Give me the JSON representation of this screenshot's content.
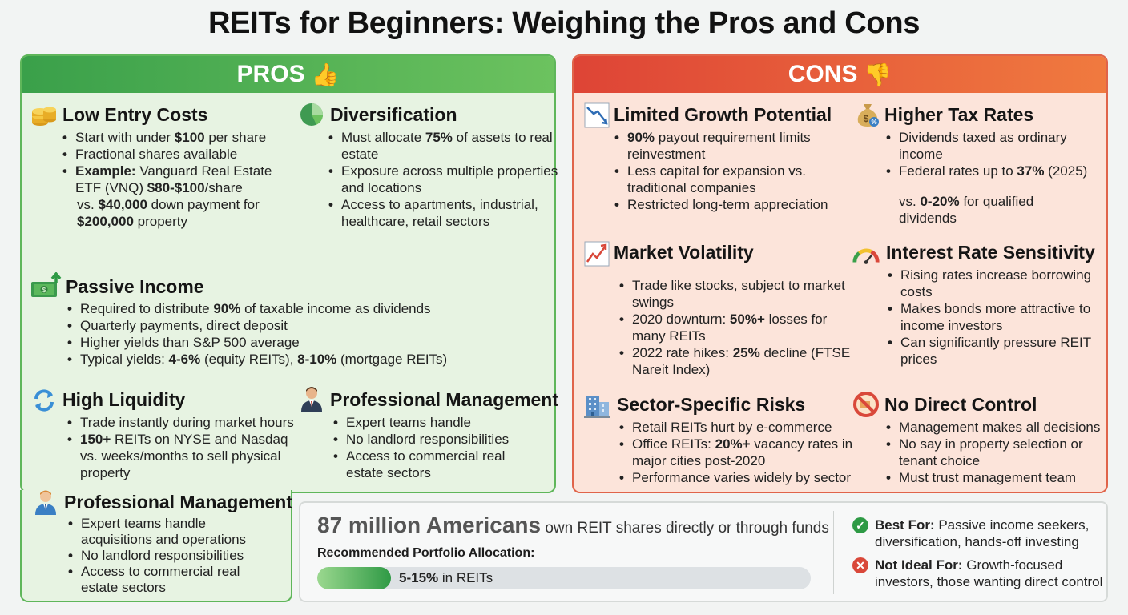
{
  "title": "REITs for Beginners: Weighing the Pros and Cons",
  "pros": {
    "header": "PROS",
    "header_icon": "thumbs-up-icon",
    "low_entry": {
      "title": "Low Entry Costs",
      "icon": "coin-stack-icon",
      "b1_pre": "Start with under ",
      "b1_bold": "$100",
      "b1_post": " per share",
      "b2": "Fractional shares available",
      "b3_bold": "Example:",
      "b3_post": " Vanguard Real Estate",
      "b3_l2_pre": "ETF (VNQ) ",
      "b3_l2_bold": "$80-$100",
      "b3_l2_post": "/share",
      "b4_pre": "vs. ",
      "b4_bold": "$40,000",
      "b4_post": " down payment for",
      "b4_l2_bold": "$200,000",
      "b4_l2_post": " property"
    },
    "diversification": {
      "title": "Diversification",
      "icon": "pie-chart-icon",
      "b1_pre": "Must allocate ",
      "b1_bold": "75%",
      "b1_post": " of assets to real",
      "b1_l2": "estate",
      "b2": "Exposure across multiple properties",
      "b2_l2": "and locations",
      "b3": "Access to apartments, industrial,",
      "b3_l2": "healthcare, retail sectors"
    },
    "passive": {
      "title": "Passive Income",
      "icon": "money-up-icon",
      "b1_pre": "Required to distribute ",
      "b1_bold": "90%",
      "b1_post": " of taxable income as dividends",
      "b2": "Quarterly payments, direct deposit",
      "b3": "Higher yields than S&P 500 average",
      "b4_pre": "Typical yields: ",
      "b4_bold1": "4-6%",
      "b4_mid": " (equity REITs), ",
      "b4_bold2": "8-10%",
      "b4_post": " (mortgage REITs)"
    },
    "liquidity": {
      "title": "High Liquidity",
      "icon": "refresh-icon",
      "b1": "Trade instantly during market hours",
      "b2_bold": "150+",
      "b2_post": " REITs on NYSE and Nasdaq",
      "b2_l2": "vs. weeks/months to sell physical",
      "b2_l3": "property"
    },
    "mgmt_a": {
      "title": "Professional Management",
      "icon": "businessman-icon",
      "b1": "Expert teams handle",
      "b2": "No landlord responsibilities",
      "b3": "Access to commercial real",
      "b3_l2": "estate sectors"
    },
    "mgmt_b": {
      "title": "Professional Management",
      "icon": "manager-icon",
      "b1": "Expert teams handle",
      "b1_l2": "acquisitions and operations",
      "b2": "No landlord responsibilities",
      "b3": "Access to commercial real",
      "b3_l2": "estate sectors"
    }
  },
  "cons": {
    "header": "CONS",
    "header_icon": "thumbs-down-icon",
    "growth": {
      "title": "Limited Growth Potential",
      "icon": "declining-chart-icon",
      "b1_bold": "90%",
      "b1_post": " payout requirement limits",
      "b1_l2": "reinvestment",
      "b2": "Less capital for expansion vs.",
      "b2_l2": "traditional companies",
      "b3": "Restricted long-term appreciation"
    },
    "tax": {
      "title": "Higher Tax Rates",
      "icon": "money-bag-icon",
      "b1": "Dividends taxed as ordinary",
      "b1_l2": "income",
      "b2_pre": "Federal rates up to ",
      "b2_bold": "37%",
      "b2_post": " (2025)",
      "b3_pre": "vs. ",
      "b3_bold": "0-20%",
      "b3_post": " for qualified",
      "b3_l2": "dividends"
    },
    "volatility": {
      "title": "Market Volatility",
      "icon": "line-chart-icon",
      "b1": "Trade like stocks, subject to market",
      "b1_l2": "swings",
      "b2_pre": "2020 downturn: ",
      "b2_bold": "50%+",
      "b2_post": " losses for",
      "b2_l2": "many REITs",
      "b3_pre": "2022 rate hikes: ",
      "b3_bold": "25%",
      "b3_post": " decline (FTSE",
      "b3_l2": "Nareit Index)"
    },
    "interest": {
      "title": "Interest Rate Sensitivity",
      "icon": "gauge-icon",
      "b1": "Rising rates increase borrowing",
      "b1_l2": "costs",
      "b2": "Makes bonds more attractive to",
      "b2_l2": "income investors",
      "b3": "Can significantly pressure REIT",
      "b3_l2": "prices"
    },
    "sector": {
      "title": "Sector-Specific Risks",
      "icon": "office-building-icon",
      "b1": "Retail REITs hurt by e-commerce",
      "b2_pre": "Office REITs: ",
      "b2_bold": "20%+",
      "b2_post": " vacancy rates in",
      "b2_l2": "major cities post-2020",
      "b3": "Performance varies widely by sector"
    },
    "control": {
      "title": "No Direct Control",
      "icon": "prohibited-icon",
      "b1": "Management makes all decisions",
      "b2": "No say in property selection or",
      "b2_l2": "tenant choice",
      "b3": "Must trust management team"
    }
  },
  "summary": {
    "stat_big": "87 million Americans",
    "stat_rest": " own REIT shares directly or through funds",
    "alloc_label": "Recommended Portfolio Allocation:",
    "alloc_value_bold": "5-15%",
    "alloc_value_rest": " in REITs",
    "alloc_fill_fraction": 0.15,
    "best_icon": "check-circle-icon",
    "best_bold": "Best For:",
    "best_rest": " Passive income seekers, diversification, hands-off investing",
    "not_icon": "x-circle-icon",
    "not_bold": "Not Ideal For:",
    "not_rest": " Growth-focused investors, those wanting direct control",
    "colors": {
      "good": "#2e9a45",
      "bad": "#d9483a"
    }
  }
}
